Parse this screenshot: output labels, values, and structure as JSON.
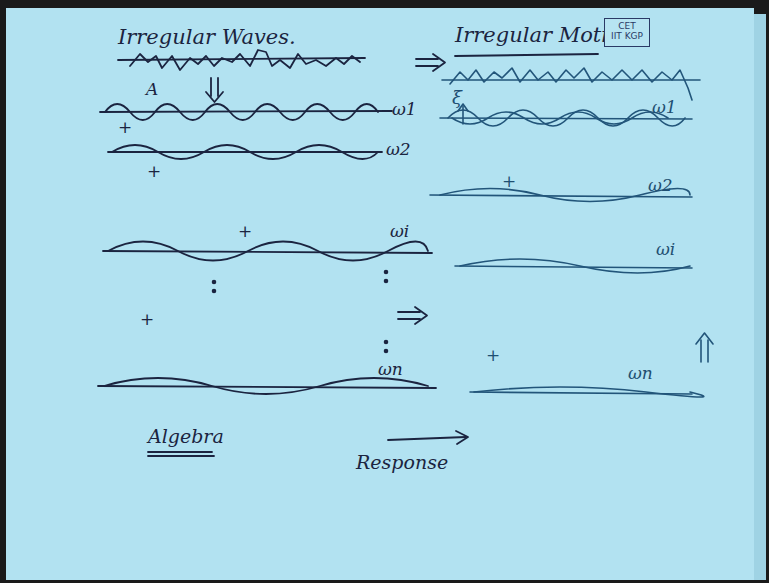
{
  "diagram": {
    "nodes": [
      {
        "text": [
          "CET",
          "IIT KGP"
        ]
      }
    ],
    "labels": [
      "Irregular Waves.",
      "Irregular Motion",
      "A",
      "ω1",
      "ξ",
      "ω1",
      "+",
      "+",
      "ω2",
      "ω2",
      "+",
      "+",
      "ωi",
      "ωi",
      "+",
      "+",
      "ωn",
      "ωn",
      "Algebra",
      "Response"
    ]
  }
}
